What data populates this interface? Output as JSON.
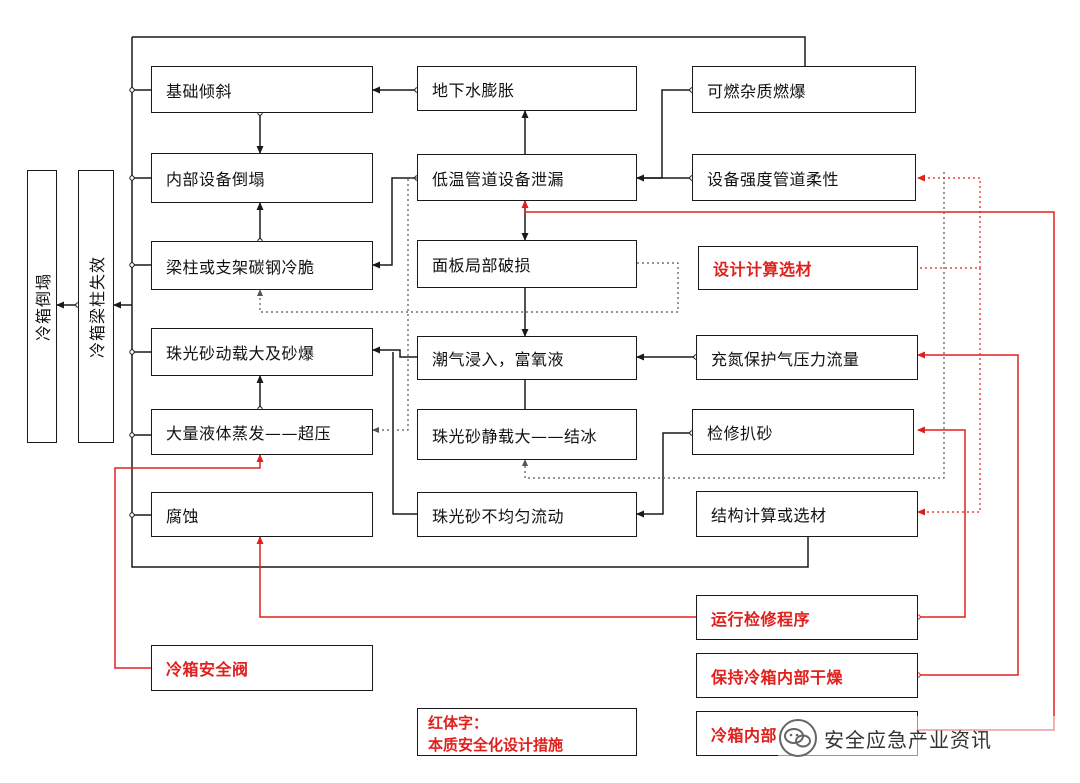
{
  "nodes": {
    "foundation_tilt": "基础倾斜",
    "groundwater_expansion": "地下水膨胀",
    "combustible_explosion": "可燃杂质燃爆",
    "internal_equipment_collapse": "内部设备倒塌",
    "cryogenic_pipe_leak": "低温管道设备泄漏",
    "equipment_strength_pipe_flex": "设备强度管道柔性",
    "beam_brittle": "梁柱或支架碳钢冷脆",
    "panel_damage": "面板局部破损",
    "design_calc_material": "设计计算选材",
    "perlite_dynamic_load": "珠光砂动载大及砂爆",
    "moisture_oxygen": "潮气浸入，富氧液",
    "nitrogen_protection": "充氮保护气压力流量",
    "liquid_evaporation": "大量液体蒸发——超压",
    "perlite_static_ice": "珠光砂静载大——结冰",
    "maintenance_sand": "检修扒砂",
    "corrosion": "腐蚀",
    "perlite_uneven_flow": "珠光砂不均匀流动",
    "structure_calc_material": "结构计算或选材",
    "operation_maintenance_procedure": "运行检修程序",
    "coldbox_safety_valve": "冷箱安全阀",
    "keep_dry": "保持冷箱内部干燥",
    "coldbox_internal": "冷箱内部"
  },
  "vertical": {
    "coldbox_collapse": "冷箱倒塌",
    "beam_failure": "冷箱梁柱失效"
  },
  "legend": {
    "line1": "红体字：",
    "line2": "本质安全化设计措施"
  },
  "watermark": {
    "text": "安全应急产业资讯",
    "logo": "wechat-logo-icon"
  },
  "colors": {
    "line": "#1a1a1a",
    "red": "#e0201c",
    "dotted_red": "#e0201c",
    "dotted_gray": "#555555"
  }
}
